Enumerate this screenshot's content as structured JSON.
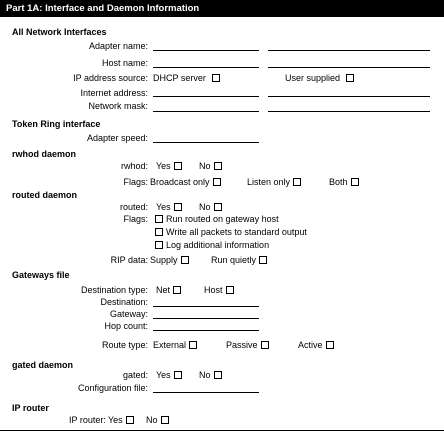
{
  "title": "Part 1A:  Interface and Daemon Information",
  "all_network": {
    "heading": "All Network Interfaces",
    "adapter_name": "Adapter name:",
    "host_name": "Host name:",
    "ip_source": "IP address source:",
    "dhcp_server": "DHCP server",
    "user_supplied": "User supplied",
    "internet_address": "Internet address:",
    "network_mask": "Network mask:"
  },
  "token_ring": {
    "heading": "Token Ring interface",
    "adapter_speed": "Adapter speed:"
  },
  "rwhod": {
    "heading": "rwhod daemon",
    "rwhod_label": "rwhod:",
    "yes": "Yes",
    "no": "No",
    "flags": "Flags:",
    "broadcast_only": "Broadcast only",
    "listen_only": "Listen only",
    "both": "Both"
  },
  "routed": {
    "heading": "routed daemon",
    "routed_label": "routed:",
    "yes": "Yes",
    "no": "No",
    "flags": "Flags:",
    "flag_gateway": "Run routed on gateway host",
    "flag_write": "Write all packets to standard output",
    "flag_log": "Log additional information",
    "rip_data": "RIP data:",
    "supply": "Supply",
    "run_quietly": "Run quietly"
  },
  "gateways": {
    "heading": "Gateways file",
    "destination_type": "Destination type:",
    "net": "Net",
    "host": "Host",
    "destination": "Destination:",
    "gateway": "Gateway:",
    "hop_count": "Hop count:",
    "route_type": "Route type:",
    "external": "External",
    "passive": "Passive",
    "active": "Active"
  },
  "gated": {
    "heading": "gated daemon",
    "gated_label": "gated:",
    "yes": "Yes",
    "no": "No",
    "config_file": "Configuration file:"
  },
  "ip_router": {
    "heading": "IP router",
    "ip_router_label": "IP router:",
    "yes": "Yes",
    "no": "No"
  }
}
